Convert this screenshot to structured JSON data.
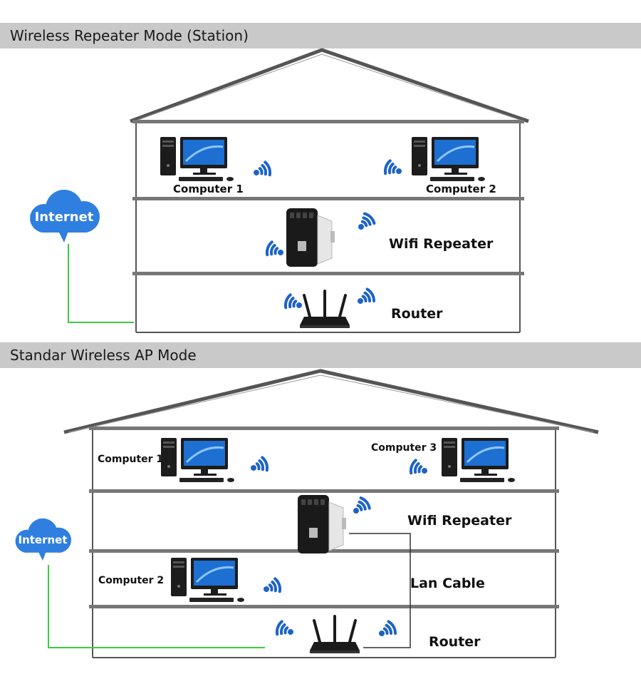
{
  "sections": [
    {
      "title": "Wireless Repeater Mode (Station)",
      "internet": "Internet",
      "computer_a": "Computer 1",
      "computer_b": "Computer 2",
      "repeater": "Wifi Repeater",
      "router": "Router"
    },
    {
      "title": "Standar Wireless AP Mode",
      "internet": "Internet",
      "computer_a": "Computer 1",
      "computer_b": "Computer 3",
      "computer_c": "Computer 2",
      "repeater": "Wifi Repeater",
      "lan": "Lan Cable",
      "router": "Router"
    }
  ],
  "colors": {
    "banner": "#c9c9c9",
    "wifi_wave": "#1e63c6",
    "cloud": "#2f7fe0",
    "green_cable": "#3ecb3e",
    "house_outline": "#555555",
    "floor": "#777777"
  }
}
